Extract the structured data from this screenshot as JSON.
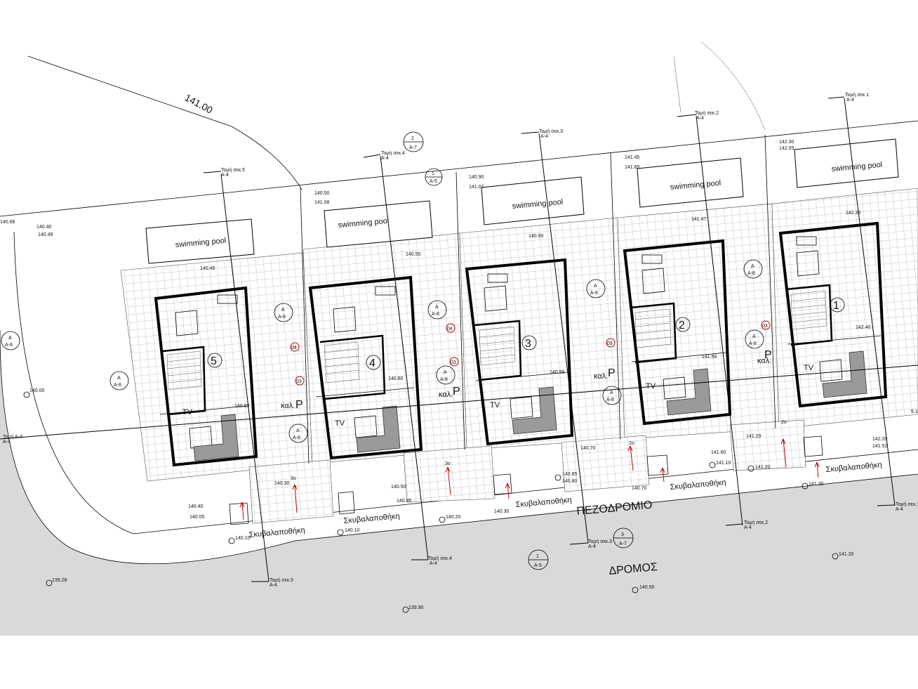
{
  "contour_label": "141.00",
  "street_labels": {
    "sidewalk": "ΠΕΖΟΔΡΟΜΙΟ",
    "road": "ΔΡΟΜΟΣ"
  },
  "room_labels": {
    "pool": "swimming pool",
    "tv": "TV",
    "storage": "Σκυβαλαποθήκη",
    "parking": "καλ.",
    "parking_p": "P"
  },
  "units": [
    {
      "number": "5"
    },
    {
      "number": "4"
    },
    {
      "number": "3"
    },
    {
      "number": "2"
    },
    {
      "number": "1"
    }
  ],
  "section_labels": {
    "s1": "Τομή σεκ.1",
    "s2": "Τομή σεκ.2",
    "s3": "Τομή σεκ.3",
    "s4": "Τομή σεκ.4",
    "s5": "Τομή σεκ.5",
    "sA": "Τομή Α-Α",
    "sheet": "A-4"
  },
  "section_markers": {
    "m1": {
      "n": "1",
      "sheet": "A-5"
    },
    "m2": {
      "n": "2",
      "sheet": "A-7"
    },
    "m3": {
      "n": "3",
      "sheet": "A-7"
    },
    "mA": {
      "n": "A",
      "sheet": "A-8"
    }
  },
  "red_tags": [
    "04",
    "03",
    "04",
    "03",
    "03",
    "03"
  ],
  "stairs_labels": [
    "3ο",
    "3ο",
    "2ο",
    "2ο"
  ],
  "levels": [
    "140.66",
    "140.40",
    "140.49",
    "140.45",
    "140.50",
    "141.08",
    "140.55",
    "140.90",
    "141.07",
    "140.90",
    "141.45",
    "141.65",
    "141.47",
    "142.30",
    "142.05",
    "142.35",
    "140.00",
    "140.50",
    "140.60",
    "140.95",
    "141.50",
    "142.40",
    "140.70",
    "140.30",
    "140.50",
    "140.45",
    "140.10",
    "140.40",
    "140.05",
    "140.10",
    "140.20",
    "140.30",
    "140.85",
    "140.80",
    "140.70",
    "141.60",
    "141.10",
    "141.29",
    "141.20",
    "142.20",
    "141.52",
    "141.30",
    "139.28",
    "139.90",
    "140.50",
    "141.20",
    "5.1"
  ]
}
